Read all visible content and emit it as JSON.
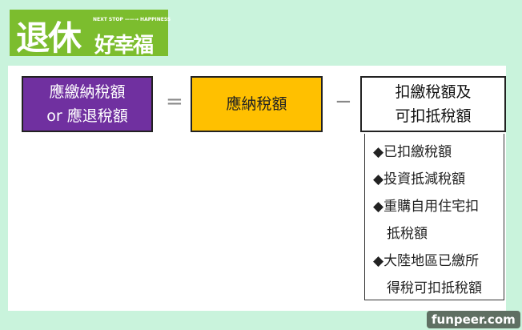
{
  "logo": {
    "main": "退休",
    "sub": "好幸福",
    "tagline": "NEXT STOP ——→ HAPPINESS"
  },
  "diagram": {
    "box1": [
      "應繳納稅額",
      "or 應退稅額"
    ],
    "op1": "=",
    "box2": "應納稅額",
    "op2": "−",
    "box3": [
      "扣繳稅額及",
      "可扣抵稅額"
    ],
    "items": [
      "◆已扣繳稅額",
      "◆投資抵減稅額",
      "◆重購自用住宅扣",
      "　抵稅額",
      "◆大陸地區已繳所",
      "　得稅可扣抵稅額"
    ]
  },
  "watermark": "funpeer.com"
}
